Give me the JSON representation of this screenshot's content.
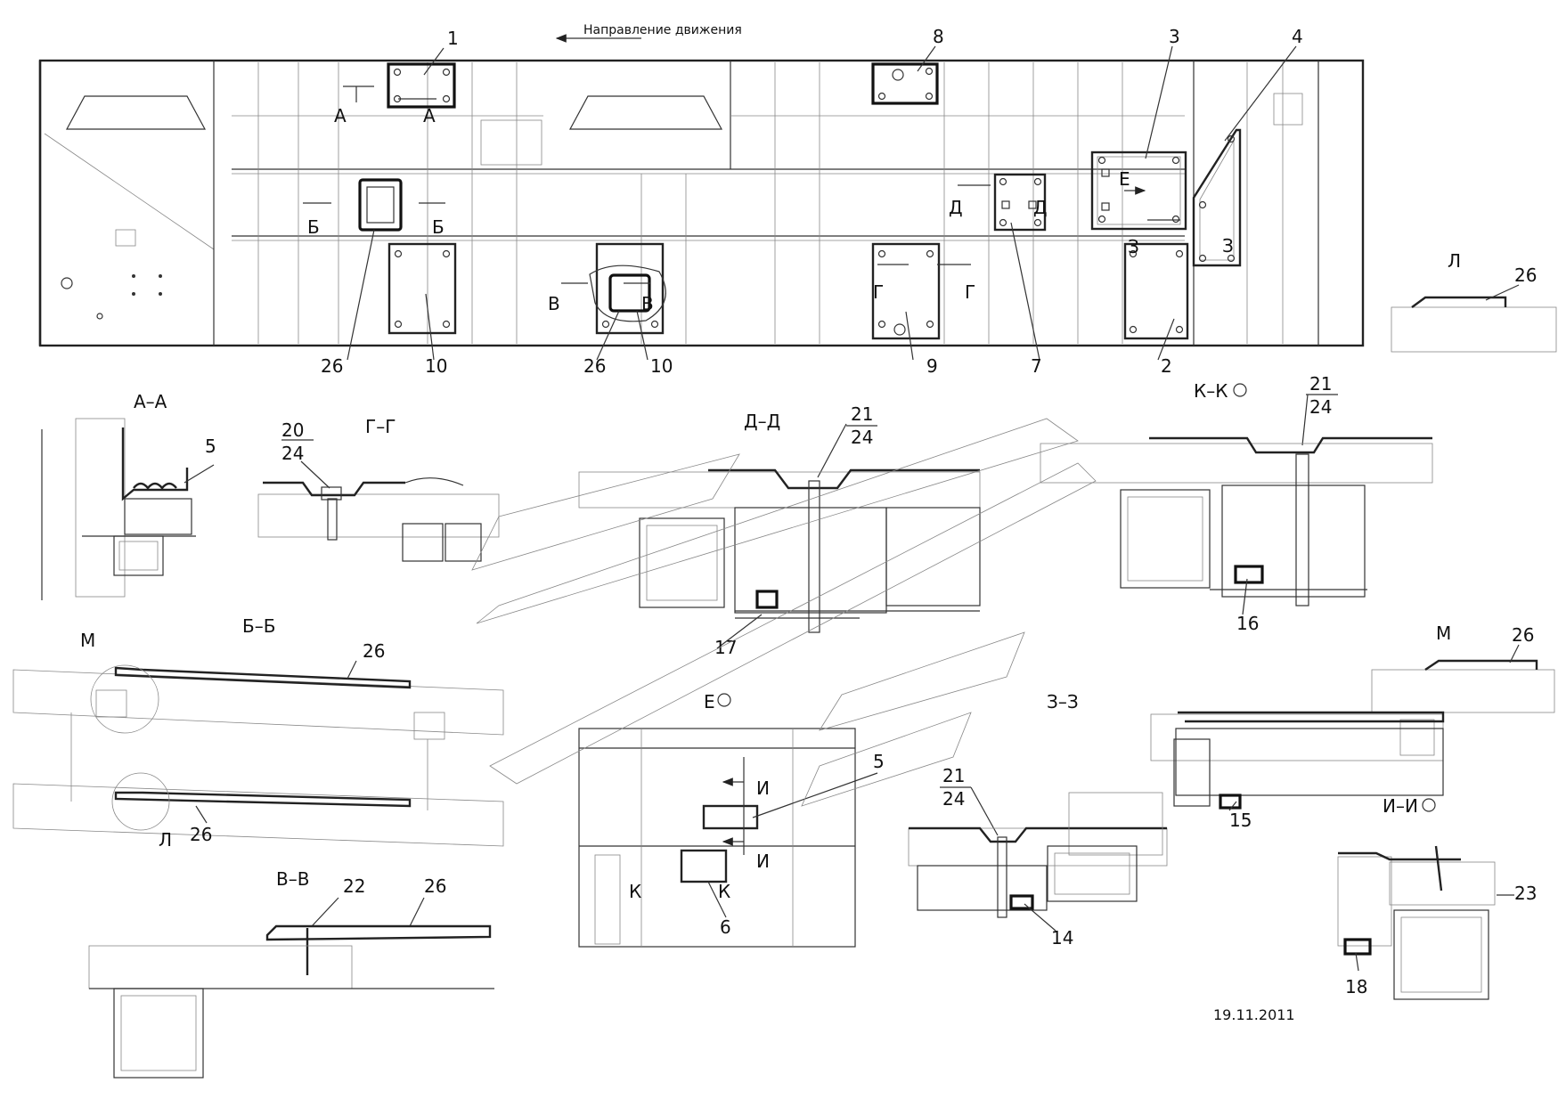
{
  "direction": "Направление движения",
  "date": "19.11.2011",
  "callouts": [
    "1",
    "2",
    "3",
    "4",
    "5",
    "6",
    "7",
    "8",
    "9",
    "10",
    "14",
    "15",
    "16",
    "17",
    "18",
    "20",
    "21",
    "22",
    "23",
    "24",
    "26"
  ],
  "section_titles": {
    "aa": "А–А",
    "gg": "Г–Г",
    "dd": "Д–Д",
    "kk": "К–К",
    "bb": "Б–Б",
    "vv": "В–В",
    "zz": "З–З",
    "ii": "И–И",
    "m": "М",
    "l": "Л",
    "e": "Е"
  },
  "cut_letters": {
    "a": "А",
    "b": "Б",
    "v": "В",
    "g": "Г",
    "d": "Д",
    "e": "Е",
    "z": "З",
    "i": "И",
    "k": "К",
    "l": "Л",
    "m": "М"
  }
}
